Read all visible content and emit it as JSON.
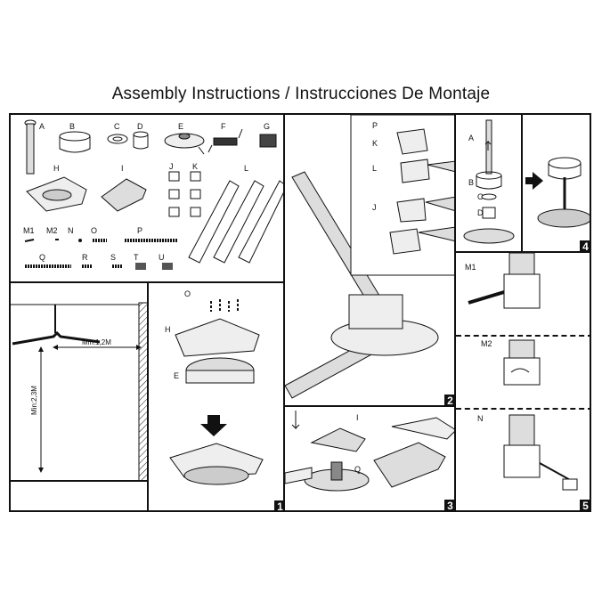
{
  "title": "Assembly Instructions / Instrucciones De Montaje",
  "parts": {
    "A": "A",
    "B": "B",
    "C": "C",
    "D": "D",
    "E": "E",
    "F": "F",
    "G": "G",
    "H": "H",
    "I": "I",
    "J": "J",
    "K": "K",
    "L": "L",
    "M1": "M1",
    "M2": "M2",
    "N": "N",
    "O": "O",
    "P": "P",
    "Q": "Q",
    "R": "R",
    "S": "S",
    "T": "T",
    "U": "U"
  },
  "clearance": {
    "horizontal": "Min:1,2M",
    "vertical": "Min:2,3M"
  },
  "steps": {
    "s1": "1",
    "s2": "2",
    "s3": "3",
    "s4": "4",
    "s5": "5"
  },
  "step1": {
    "O": "O",
    "H": "H",
    "E": "E"
  },
  "step2": {
    "P": "P",
    "K": "K",
    "L": "L",
    "J": "J"
  },
  "step3": {
    "I": "I",
    "Q": "Q"
  },
  "step4": {
    "A": "A",
    "B": "B",
    "C": "C",
    "D": "D"
  },
  "step5": {
    "M1": "M1",
    "M2": "M2",
    "N": "N"
  }
}
